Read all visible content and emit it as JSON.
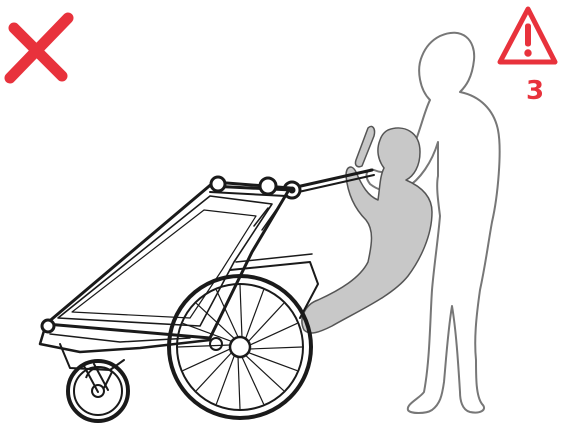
{
  "manual_figure": {
    "prohibited_mark": {
      "icon": "red-x-icon",
      "color": "#e8323c"
    },
    "warning": {
      "icon": "warning-triangle-icon",
      "number": "3",
      "color": "#e8323c"
    },
    "illustration": {
      "subjects": [
        "adult-figure",
        "child-figure",
        "child-stroller-trailer"
      ],
      "figure_fill": "#c8c8c8",
      "line_color": "#1a1a1a",
      "outline_color": "#777777"
    }
  }
}
